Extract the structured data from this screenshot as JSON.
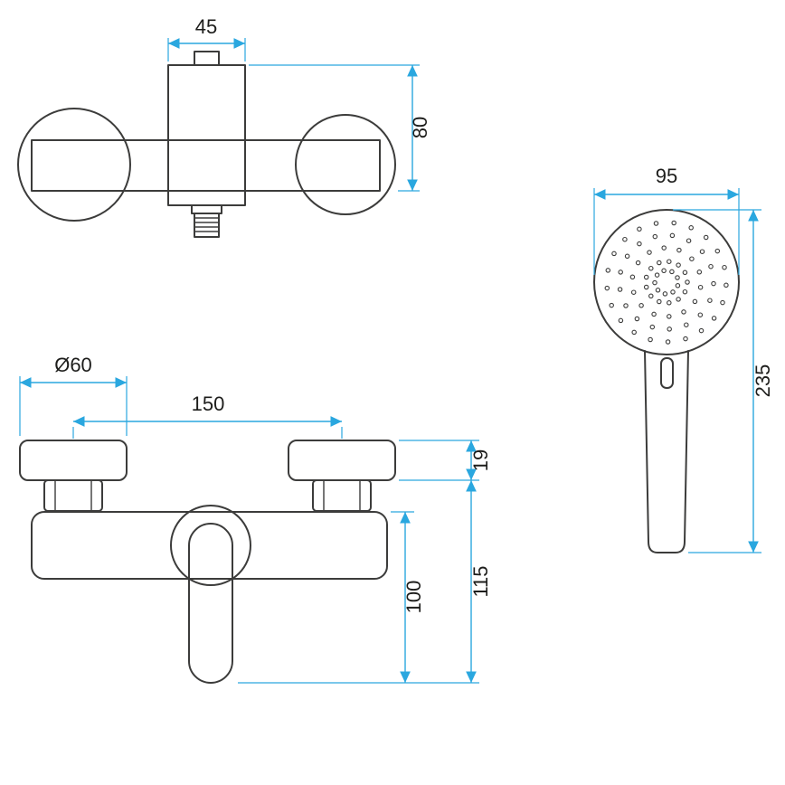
{
  "colors": {
    "outline": "#3c3c3b",
    "dimension_lines": "#2aa7df",
    "dimension_text": "#1d1d1b",
    "background": "#ffffff"
  },
  "front_view": {
    "width": "45",
    "height": "80"
  },
  "hand_shower_view": {
    "width": "95",
    "height": "235"
  },
  "side_view": {
    "flange_diameter": "Ø60",
    "spacing": "150",
    "flange_depth": "19",
    "body_to_lever_depth": "100",
    "total_depth": "115"
  }
}
